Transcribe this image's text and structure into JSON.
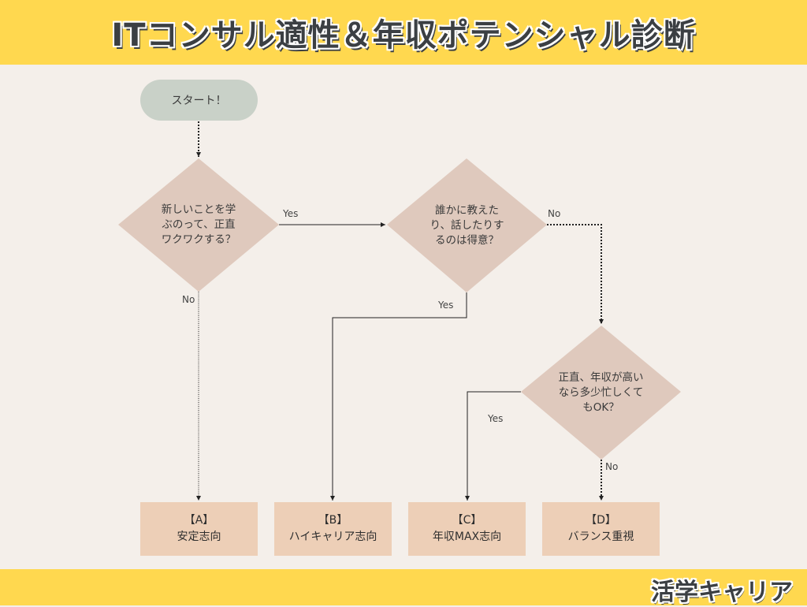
{
  "header": {
    "title": "ITコンサル適性＆年収ポテンシャル診断"
  },
  "footer": {
    "brand": "活学キャリア"
  },
  "flow": {
    "start_label": "スタート！",
    "questions": [
      "新しいことを学\nぶのって、正直\nワクワクする？",
      "誰かに教えた\nり、話したりす\nるのは得意？",
      "正直、年収が高い\nなら多少忙しくて\nもOK？"
    ],
    "results": [
      {
        "letter": "【A】",
        "name": "安定志向"
      },
      {
        "letter": "【B】",
        "name": "ハイキャリア志向"
      },
      {
        "letter": "【C】",
        "name": "年収MAX志向"
      },
      {
        "letter": "【D】",
        "name": "バランス重視"
      }
    ],
    "edge_labels": {
      "q1_yes": "Yes",
      "q1_no": "No",
      "q2_yes": "Yes",
      "q2_no": "No",
      "q3_yes": "Yes",
      "q3_no": "No"
    }
  },
  "colors": {
    "header_bg": "#ffd84f",
    "page_bg": "#f4efea",
    "start_bg": "#c9d1c8",
    "diamond_bg": "#dfc9bd",
    "result_bg": "#edcfb7",
    "title_text": "#3b3f43"
  }
}
